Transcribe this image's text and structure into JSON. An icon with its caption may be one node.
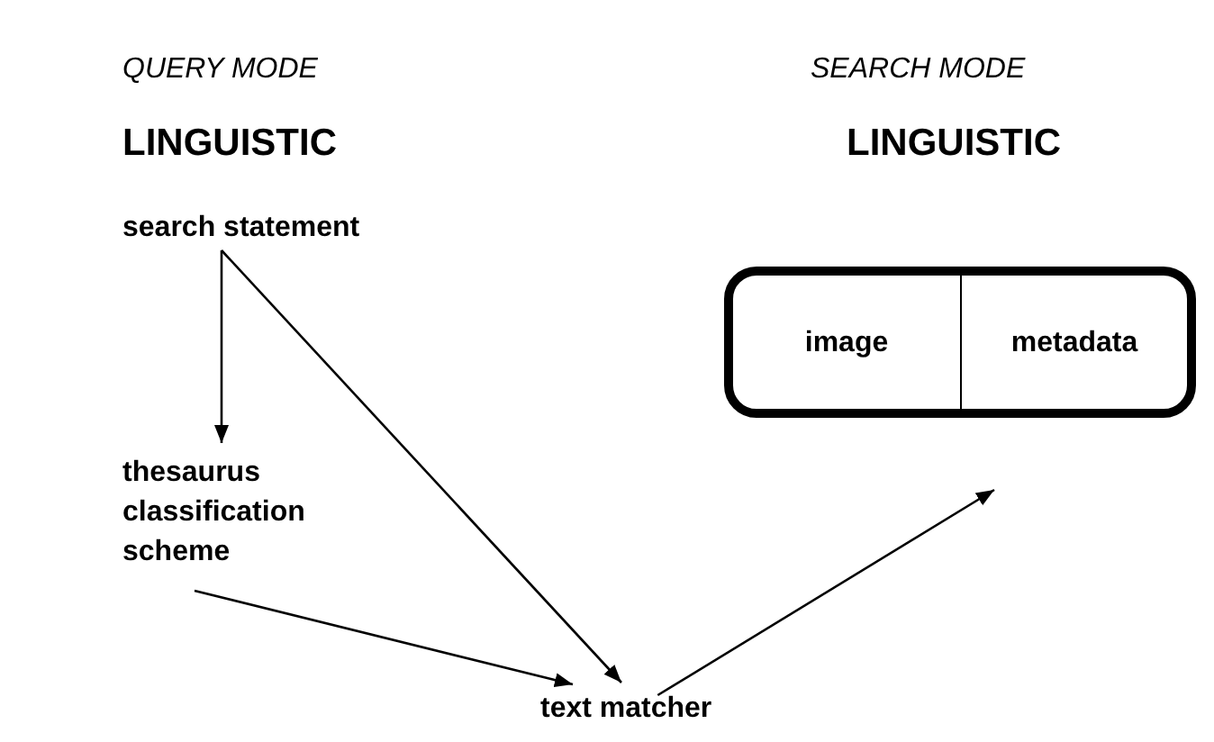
{
  "diagram": {
    "nodes": [
      {
        "text": [
          "search statement"
        ]
      },
      {
        "text": [
          "thesaurus classification scheme"
        ]
      },
      {
        "text": [
          "text matcher"
        ]
      },
      {
        "text": [],
        "shape": "box"
      },
      {
        "text": [
          "image"
        ],
        "in": 3
      },
      {
        "text": [
          "metadata"
        ],
        "in": 3
      }
    ],
    "edges": [
      {
        "from": 0,
        "to": 1,
        "arrow": "to"
      },
      {
        "from": 0,
        "to": 2,
        "arrow": "to"
      },
      {
        "from": 1,
        "to": 2,
        "arrow": "to"
      },
      {
        "from": 2,
        "to": 3,
        "arrow": "to"
      }
    ],
    "labels": [
      "QUERY MODE",
      "SEARCH MODE",
      "LINGUISTIC",
      "LINGUISTIC"
    ]
  }
}
